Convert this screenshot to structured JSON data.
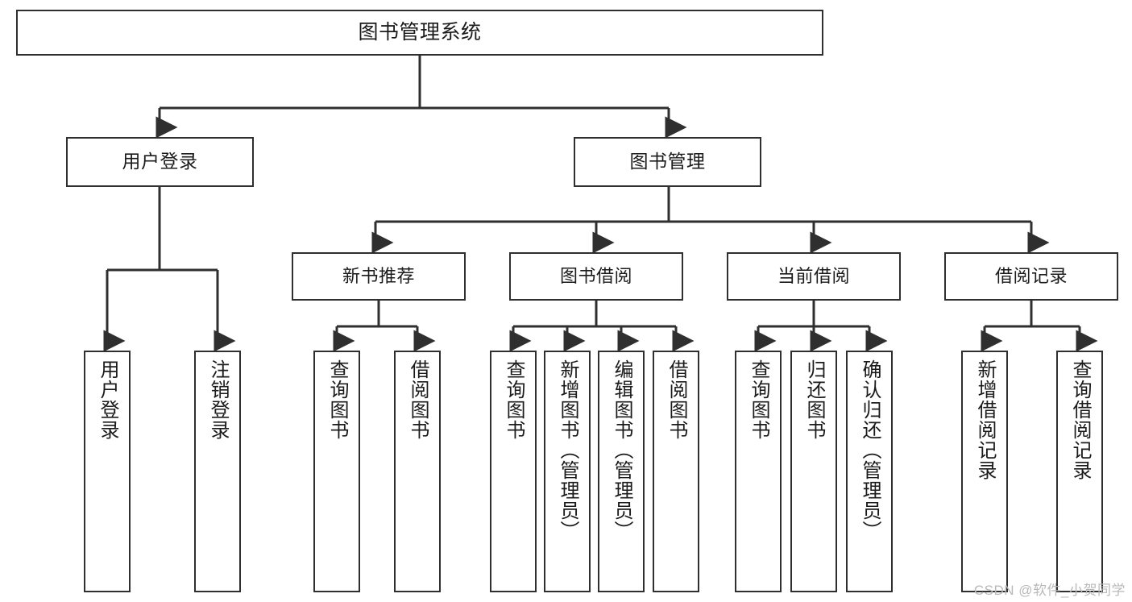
{
  "diagram": {
    "title": "图书管理系统",
    "type": "tree-hierarchy-chart",
    "stroke_color": "#2f2f2f",
    "fill_color": "#ffffff",
    "text_color": "#1b1b1b"
  },
  "root": {
    "label": "图书管理系统"
  },
  "branches": [
    {
      "label": "用户登录"
    },
    {
      "label": "图书管理"
    }
  ],
  "groups": [
    {
      "label": "新书推荐"
    },
    {
      "label": "图书借阅"
    },
    {
      "label": "当前借阅"
    },
    {
      "label": "借阅记录"
    }
  ],
  "leaves": {
    "user_login": [
      {
        "label": "用户登录"
      },
      {
        "label": "注销登录"
      }
    ],
    "new_book_recommend": [
      {
        "label": "查询图书"
      },
      {
        "label": "借阅图书"
      }
    ],
    "book_borrow": [
      {
        "label": "查询图书"
      },
      {
        "label": "新增图书（管理员）"
      },
      {
        "label": "编辑图书（管理员）"
      },
      {
        "label": "借阅图书"
      }
    ],
    "current_borrow": [
      {
        "label": "查询图书"
      },
      {
        "label": "归还图书"
      },
      {
        "label": "确认归还（管理员）"
      }
    ],
    "borrow_record": [
      {
        "label": "新增借阅记录"
      },
      {
        "label": "查询借阅记录"
      }
    ]
  },
  "watermark": {
    "text": "CSDN @软件_小贺同学"
  }
}
